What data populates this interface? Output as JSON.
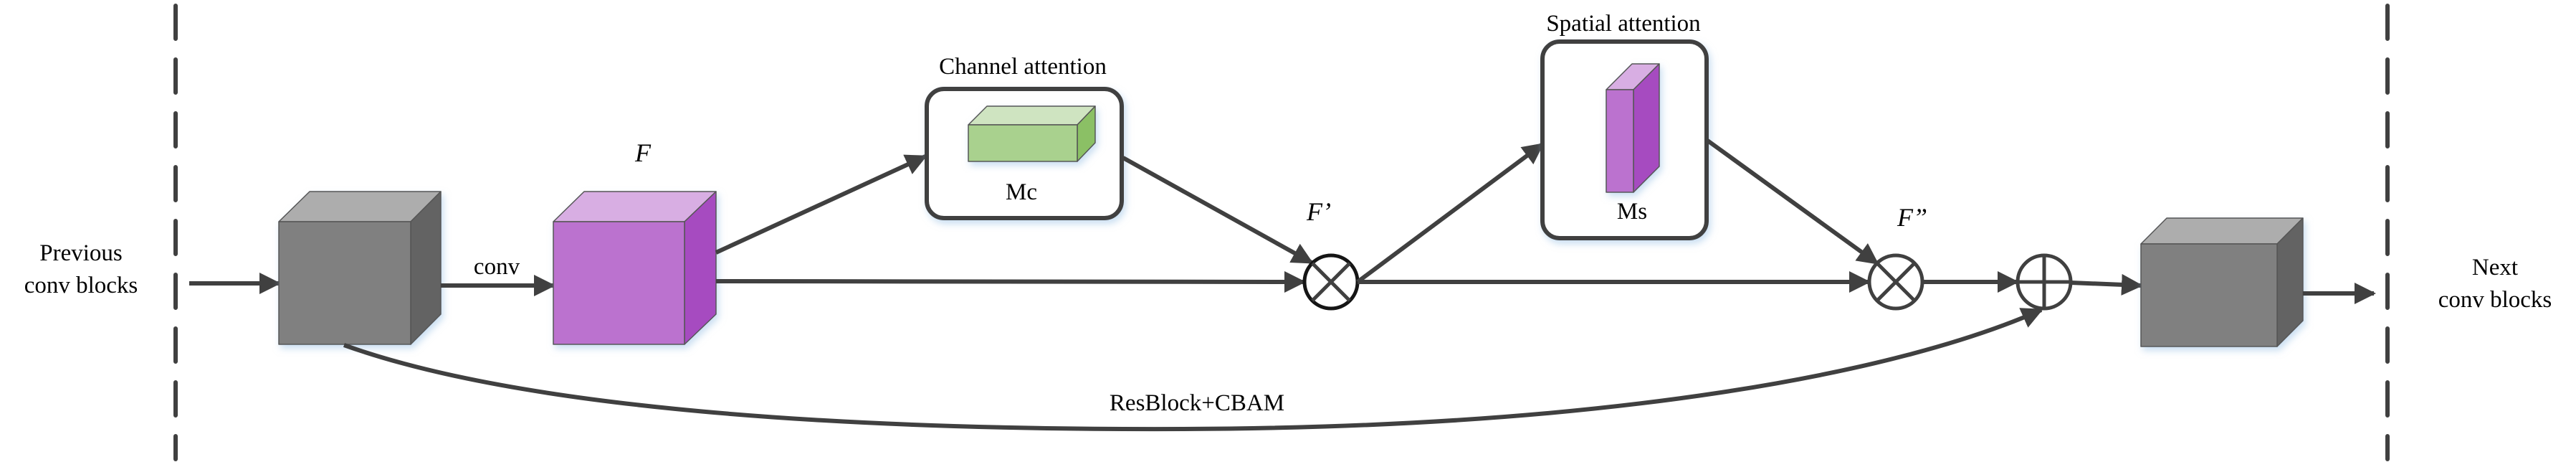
{
  "title": "ResBlock+CBAM",
  "labels": {
    "input": [
      "Previous",
      "conv blocks"
    ],
    "output": [
      "Next",
      "conv blocks"
    ],
    "conv": "conv",
    "feature_f": "F",
    "feature_f_prime": "F’",
    "feature_f_double_prime": "F”",
    "channel_attention": "Channel attention",
    "channel_map": "Mc",
    "spatial_attention": "Spatial attention",
    "spatial_map": "Ms",
    "residual": "ResBlock+CBAM"
  },
  "operators": {
    "multiply": "⊗",
    "add": "⊕"
  },
  "colors": {
    "gray_front": "#808080",
    "gray_top": "#ADADAD",
    "gray_side": "#646464",
    "purple_front": "#BB72CF",
    "purple_top": "#D8AEE3",
    "purple_side": "#A64BC0",
    "green_front": "#A9D18E",
    "green_top": "#CFE4C1",
    "green_side": "#8BC065",
    "line": "#404040"
  }
}
